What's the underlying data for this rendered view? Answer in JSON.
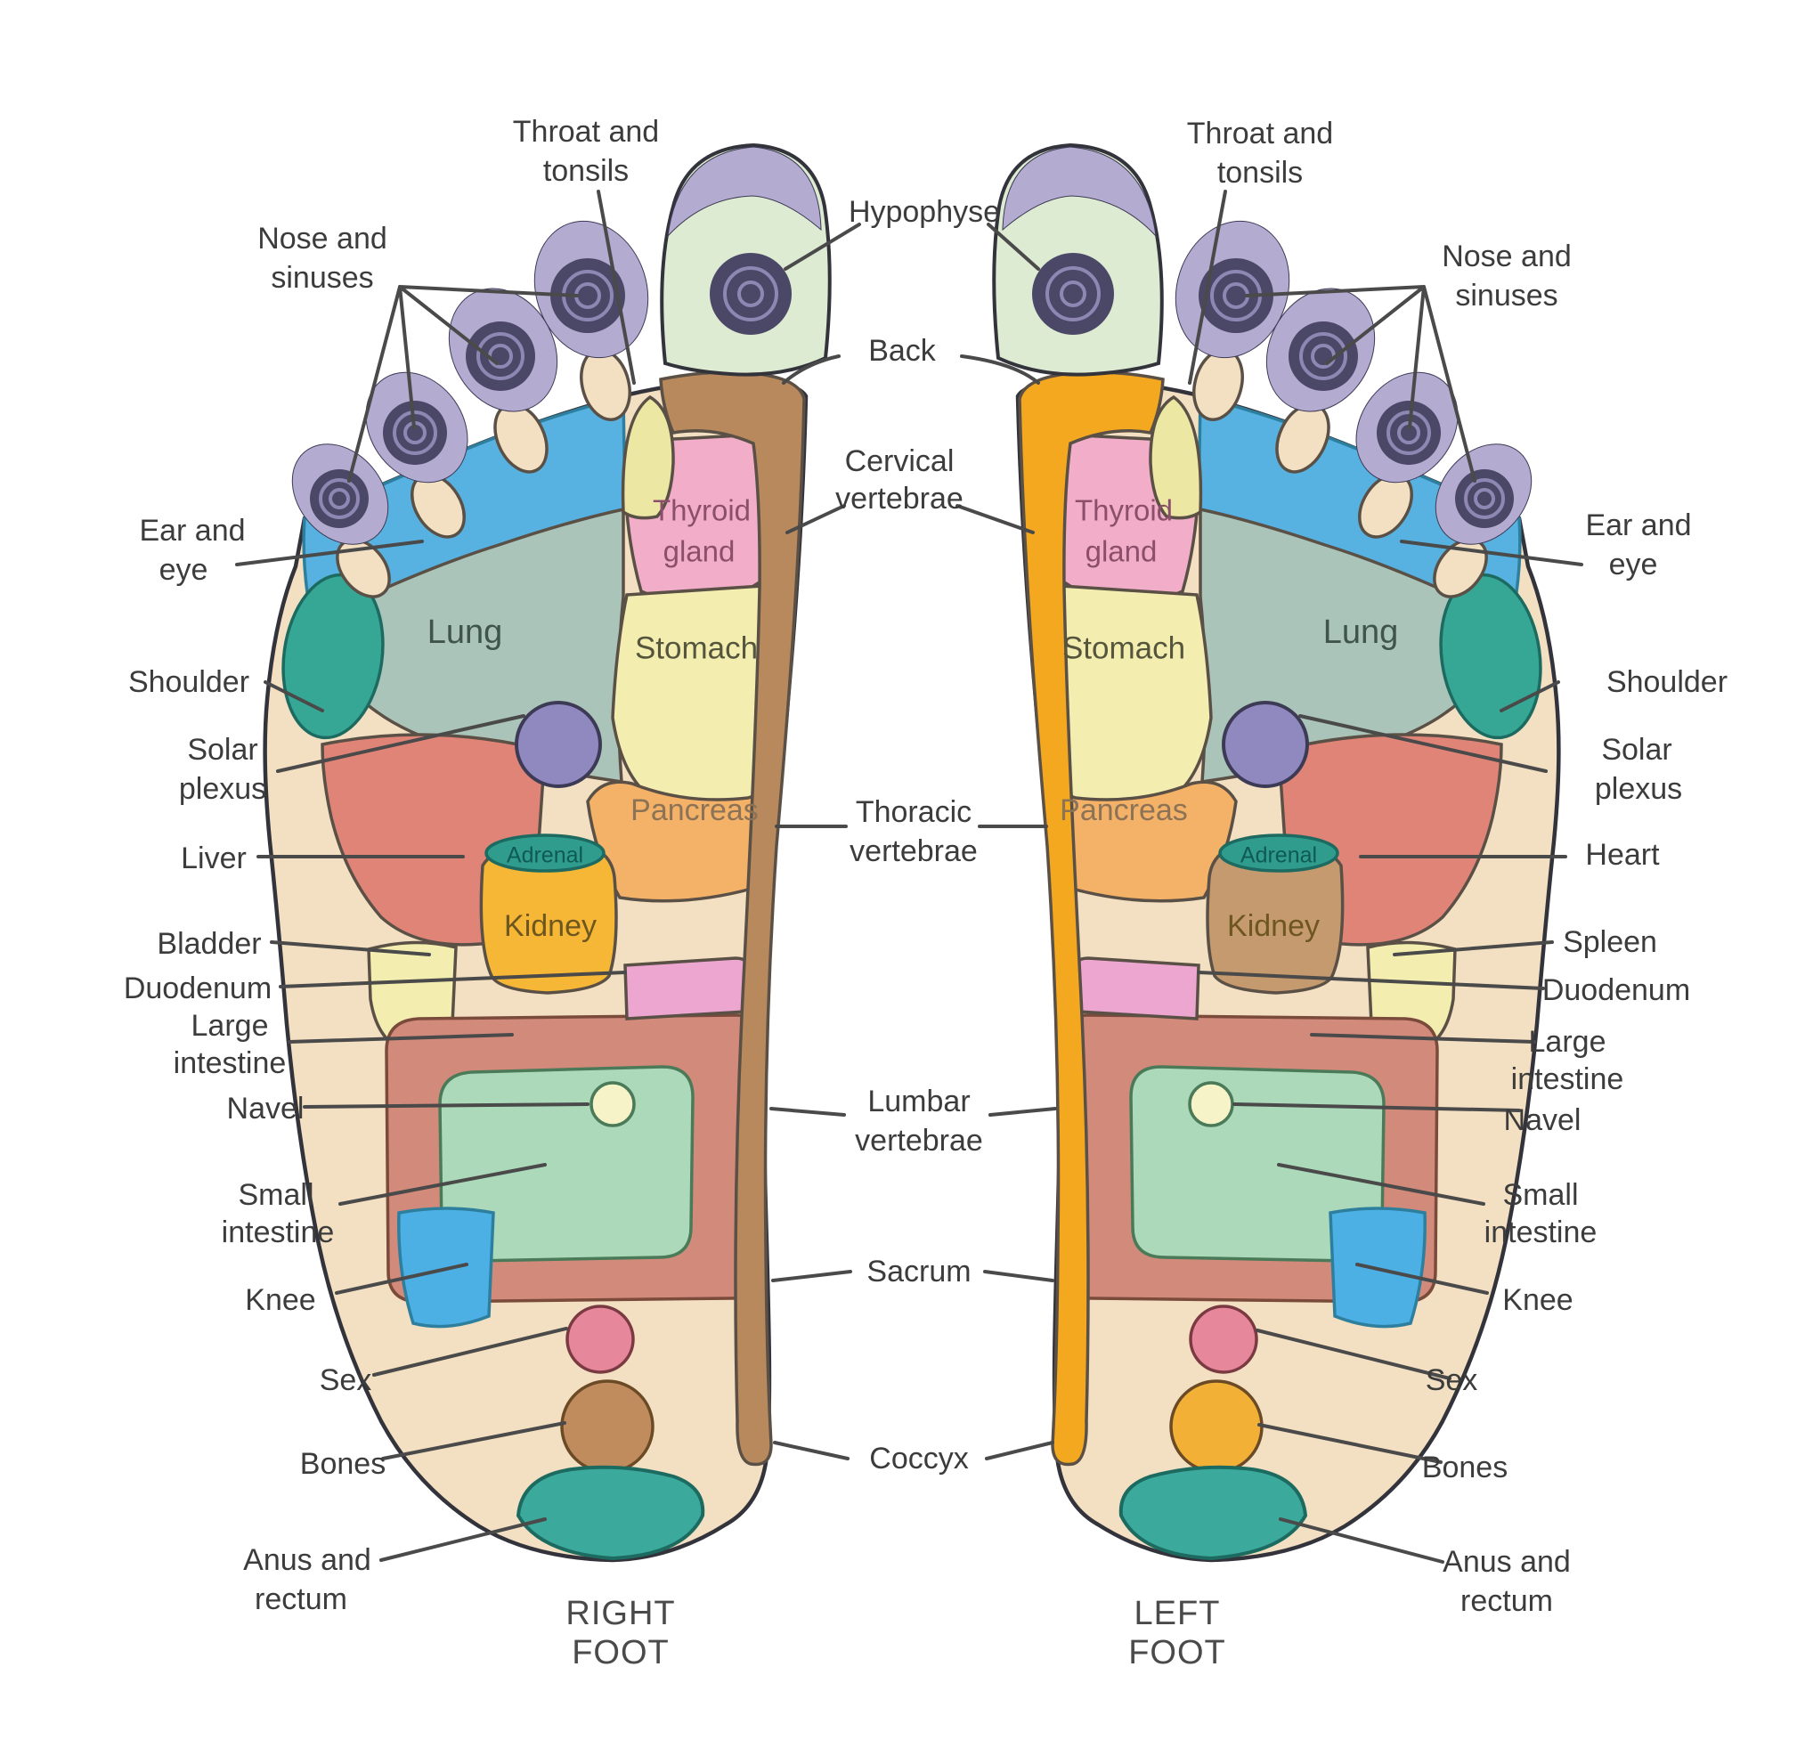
{
  "diagram_type": "foot reflexology chart, plantar view of both feet with labeled reflex zones",
  "text": {
    "throat_tonsils": [
      "Throat and",
      "tonsils"
    ],
    "nose_sinuses": [
      "Nose and",
      "sinuses"
    ],
    "hypophyse": "Hypophyse",
    "back": "Back",
    "cervical_vertebrae": [
      "Cervical",
      "vertebrae"
    ],
    "thoracic_vertebrae": [
      "Thoracic",
      "vertebrae"
    ],
    "lumbar_vertebrae": [
      "Lumbar",
      "vertebrae"
    ],
    "sacrum": "Sacrum",
    "coccyx": "Coccyx",
    "ear_eye": [
      "Ear and",
      "eye"
    ],
    "shoulder": "Shoulder",
    "solar_plexus": [
      "Solar",
      "plexus"
    ],
    "liver": "Liver",
    "heart": "Heart",
    "bladder": "Bladder",
    "spleen": "Spleen",
    "duodenum": "Duodenum",
    "large_intestine": [
      "Large",
      "intestine"
    ],
    "navel": "Navel",
    "small_intestine": [
      "Small",
      "intestine"
    ],
    "knee": "Knee",
    "sex": "Sex",
    "bones": "Bones",
    "anus_rectum": [
      "Anus and",
      "rectum"
    ],
    "lung": "Lung",
    "thyroid_gland": [
      "Thyroid",
      "gland"
    ],
    "stomach": "Stomach",
    "pancreas": "Pancreas",
    "adrenal": "Adrenal",
    "kidney": "Kidney",
    "right_foot": [
      "RIGHT",
      "FOOT"
    ],
    "left_foot": [
      "LEFT",
      "FOOT"
    ]
  },
  "colors": {
    "background": "#ffffff",
    "foot_sole": "#f3e0c2",
    "toes_purple": "#b3abd0",
    "toe_spiral_dark": "#4b4766",
    "big_toe_green": "#dcebd1",
    "ear_eye_zone_blue": "#57b2e2",
    "lung_gray_green": "#abc4b9",
    "shoulder_teal": "#37a795",
    "thyroid_pink": "#f2aec8",
    "stomach_pale_yellow": "#f3eeb0",
    "pancreas_orange": "#f4b269",
    "liver_heart_red": "#e08478",
    "solar_plexus_purple": "#9089c0",
    "spine_right_brown": "#b8895c",
    "spine_left_orange": "#f4a81f",
    "kidney_right_orange": "#f5b735",
    "kidney_left_tan": "#c59a6e",
    "adrenal_teal": "#2f9c8e",
    "duodenum_pink": "#eca6cf",
    "large_intestine_salmon": "#d28a7b",
    "small_intestine_green": "#acd9ba",
    "knee_blue": "#4cb0e5",
    "sex_pink": "#e6879b",
    "bones_right_brown": "#c08c5e",
    "bones_left_orange": "#f2b136",
    "anus_rectum_teal": "#3ba99c",
    "label_text": "#3c3c3c",
    "leader_line": "#4a4a4a"
  }
}
